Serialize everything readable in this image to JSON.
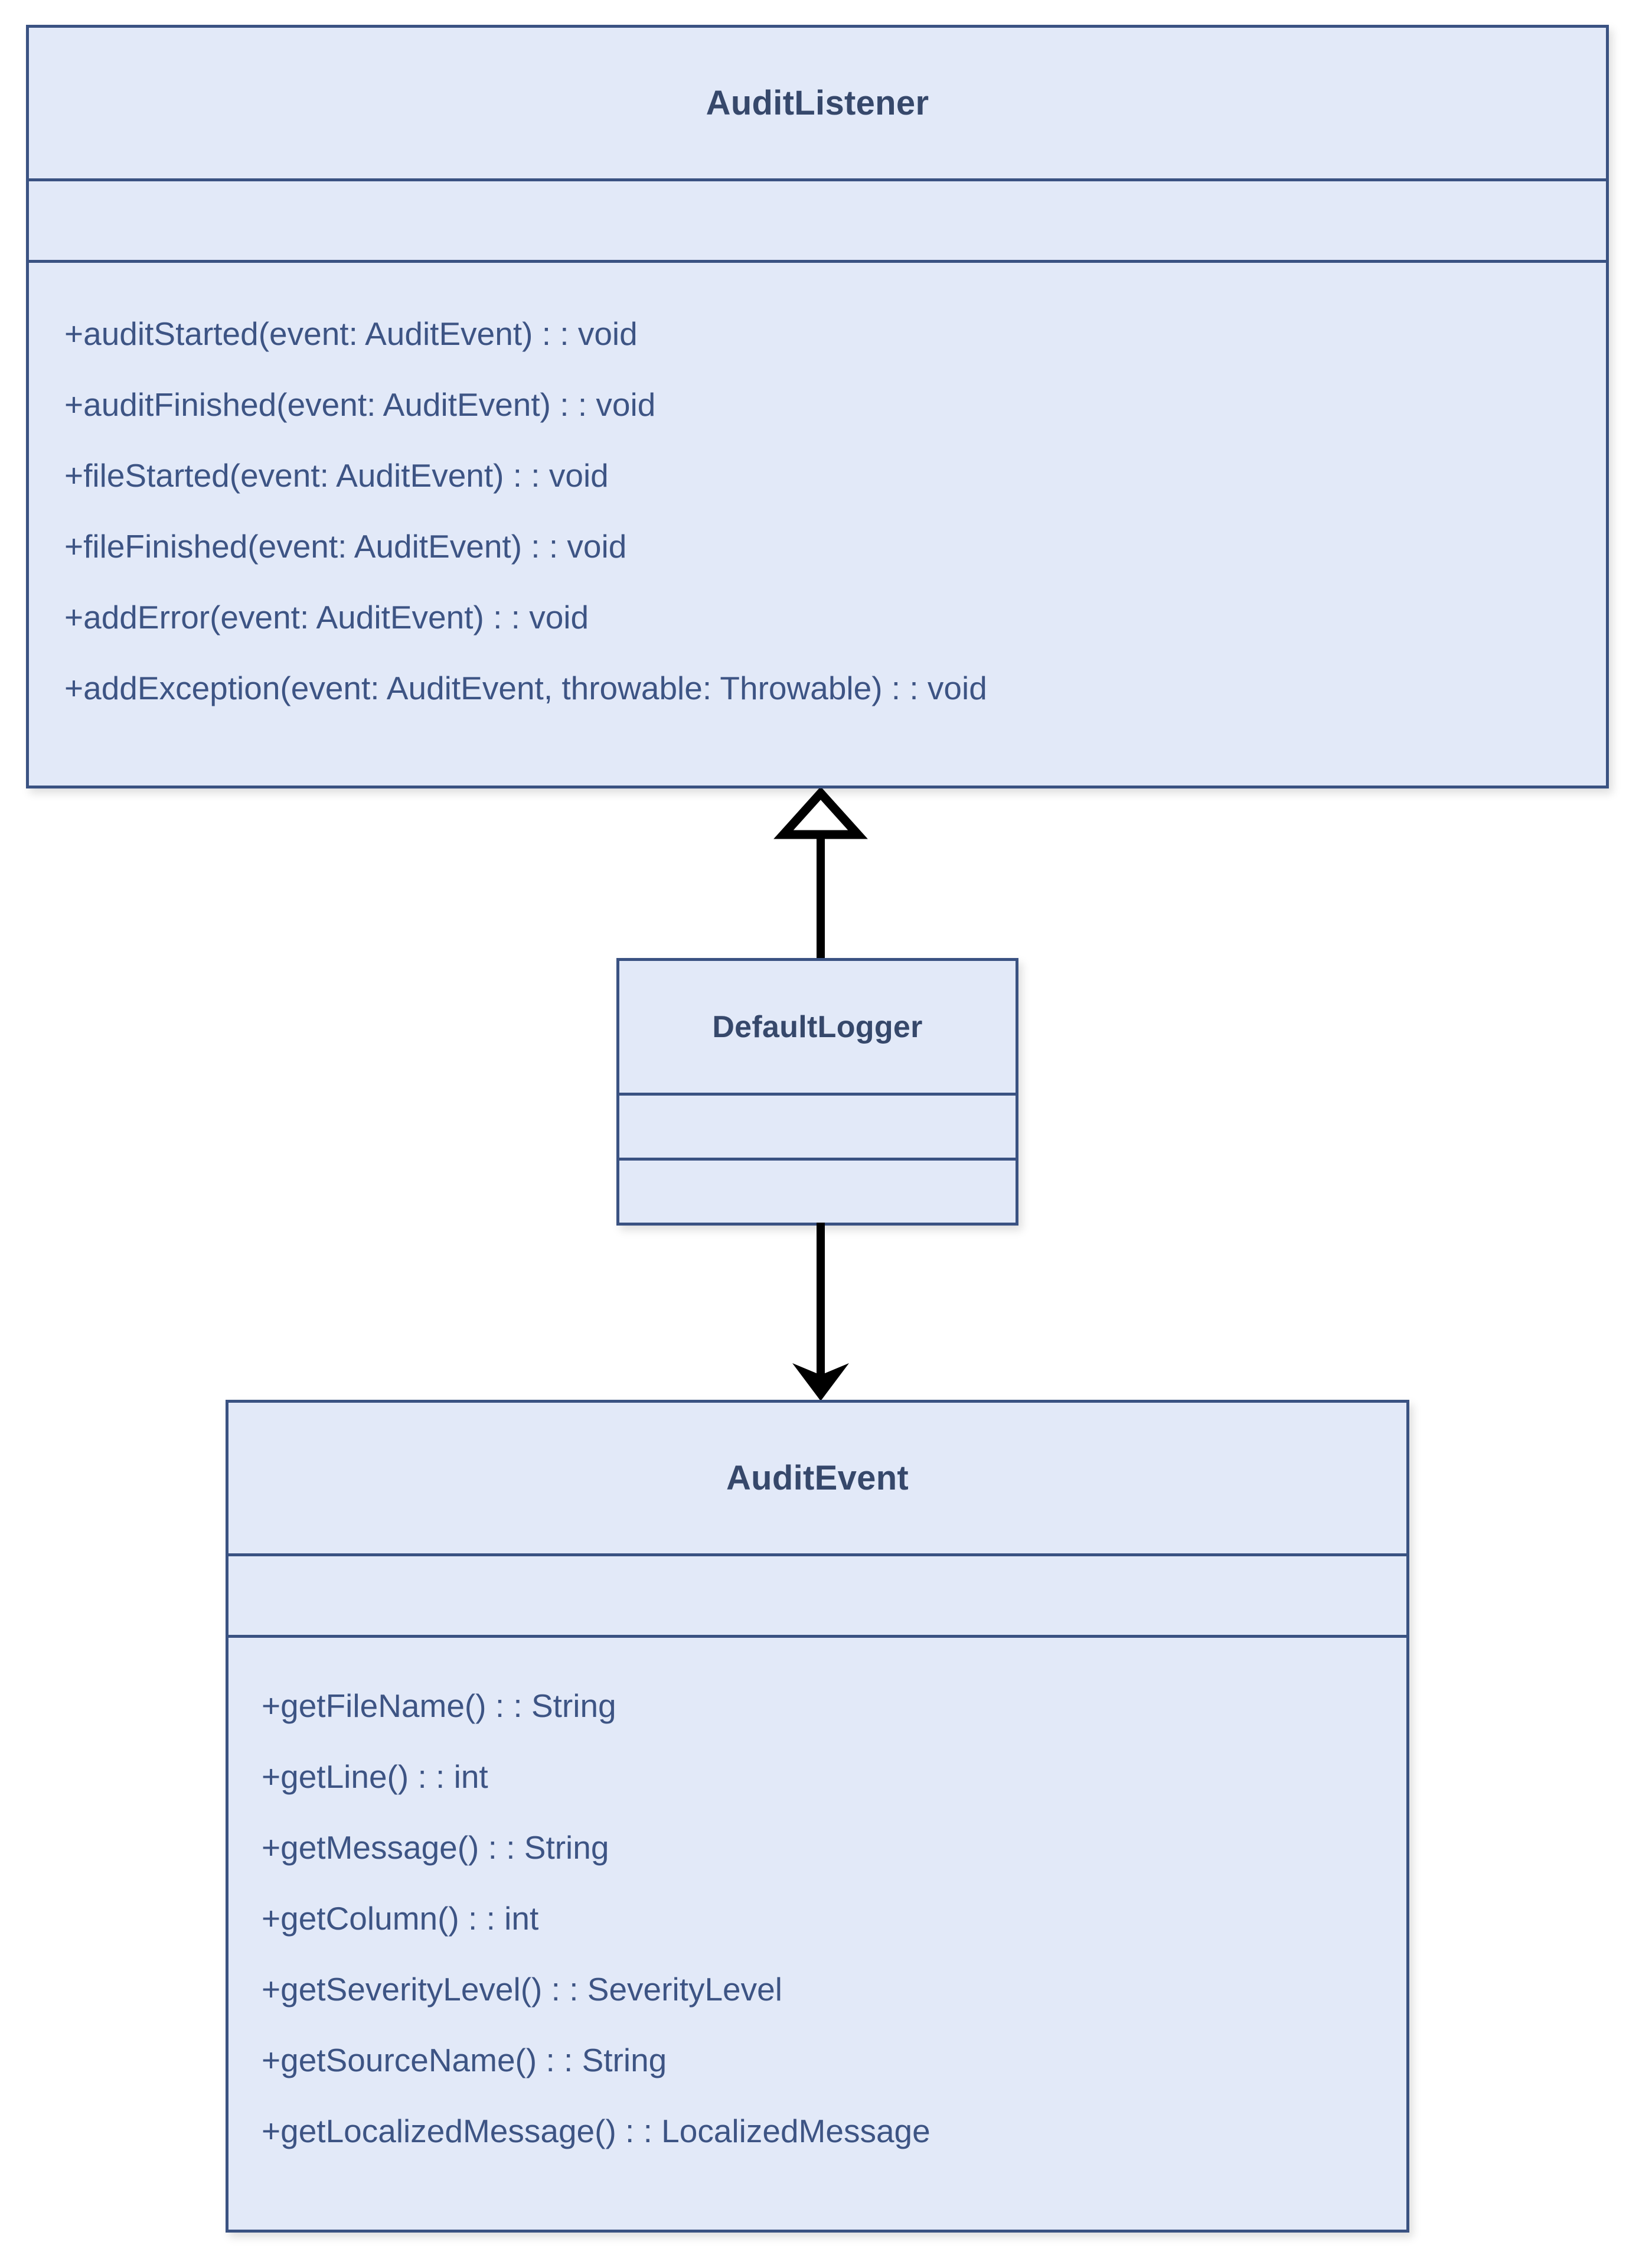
{
  "diagram": {
    "type": "uml-class-diagram",
    "background_color": "#ffffff",
    "class_fill_color": "#e2e9f8",
    "class_border_color": "#3a5282",
    "title_text_color": "#36486b",
    "member_text_color": "#3d5484",
    "connector_color": "#000000"
  },
  "classes": [
    {
      "id": "audit-listener",
      "name": "AuditListener",
      "attributes": [],
      "operations": [
        "+auditStarted(event: AuditEvent) : : void",
        "+auditFinished(event: AuditEvent) : : void",
        "+fileStarted(event: AuditEvent) : : void",
        "+fileFinished(event: AuditEvent) : : void",
        "+addError(event: AuditEvent) : : void",
        "+addException(event: AuditEvent, throwable: Throwable) : : void"
      ]
    },
    {
      "id": "default-logger",
      "name": "DefaultLogger",
      "attributes": [],
      "operations": []
    },
    {
      "id": "audit-event",
      "name": "AuditEvent",
      "attributes": [],
      "operations": [
        "+getFileName() : : String",
        "+getLine() : : int",
        "+getMessage() : : String",
        "+getColumn() : : int",
        "+getSeverityLevel() : : SeverityLevel",
        "+getSourceName() : : String",
        "+getLocalizedMessage() : : LocalizedMessage"
      ]
    }
  ],
  "connectors": [
    {
      "id": "generalization",
      "from": "DefaultLogger",
      "to": "AuditListener",
      "arrow_style": "hollow-triangle",
      "direction": "up",
      "label": ""
    },
    {
      "id": "dependency",
      "from": "DefaultLogger",
      "to": "AuditEvent",
      "arrow_style": "solid-filled-arrow",
      "direction": "down",
      "label": ""
    }
  ]
}
